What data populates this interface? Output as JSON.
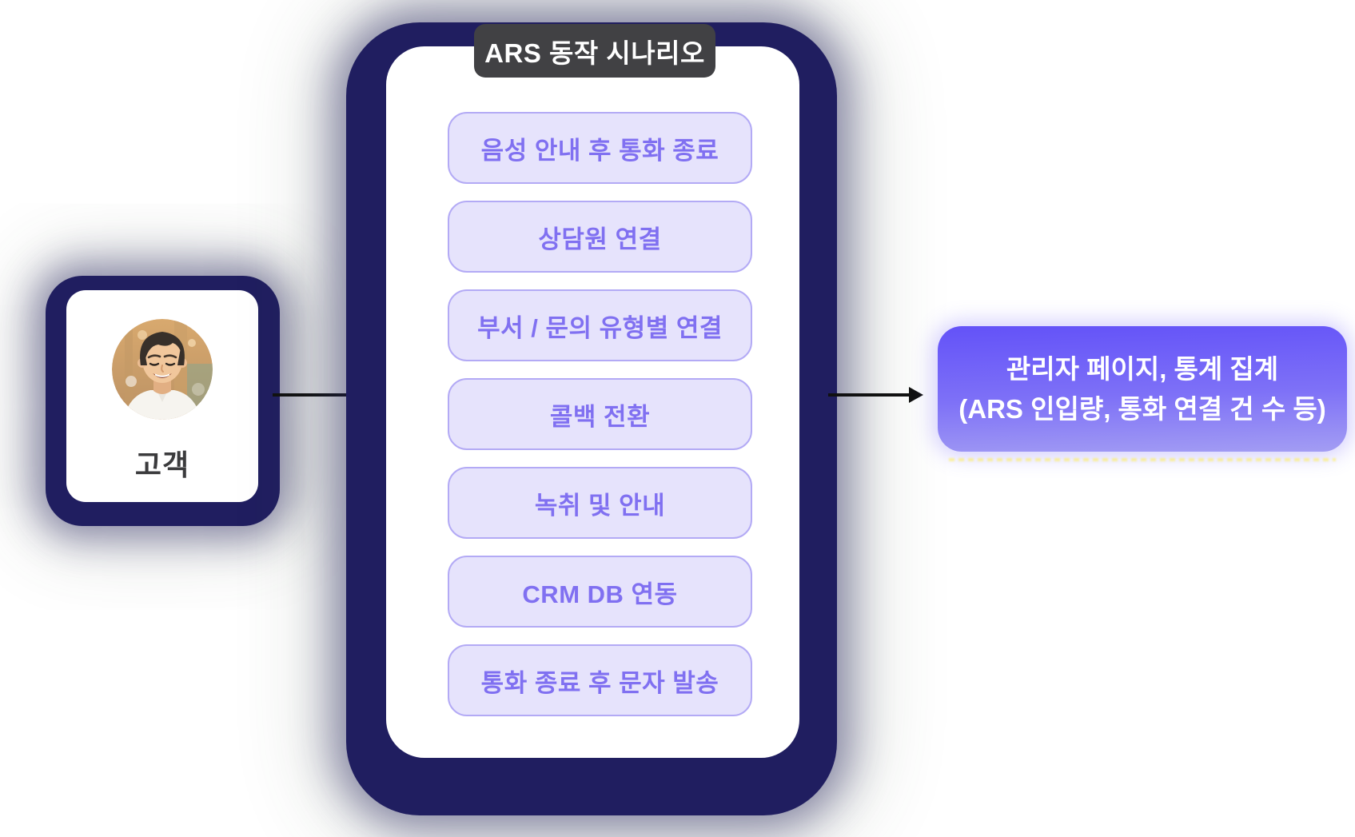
{
  "customer": {
    "label": "고객",
    "avatar_icon": "smiling-man-portrait-photo"
  },
  "phone": {
    "title_badge": "ARS 동작 시나리오",
    "menu_buttons": [
      "음성 안내 후 통화 종료",
      "상담원 연결",
      "부서 / 문의 유형별 연결",
      "콜백 전환",
      "녹취 및 안내",
      "CRM DB 연동",
      "통화 종료 후 문자 발송"
    ]
  },
  "result": {
    "line1": "관리자 페이지, 통계 집계",
    "line2": "(ARS 인입량, 통화 연결 건 수 등)"
  },
  "colors": {
    "frame_navy": "#201e60",
    "badge_gray": "#414144",
    "button_fill": "#e6e3fc",
    "button_border": "#b3aaf5",
    "button_text": "#8070f1",
    "result_gradient_top": "#6352f8",
    "result_gradient_bottom": "#a39df3",
    "arrow_black": "#111111",
    "customer_label_text": "#3b3b3d"
  }
}
